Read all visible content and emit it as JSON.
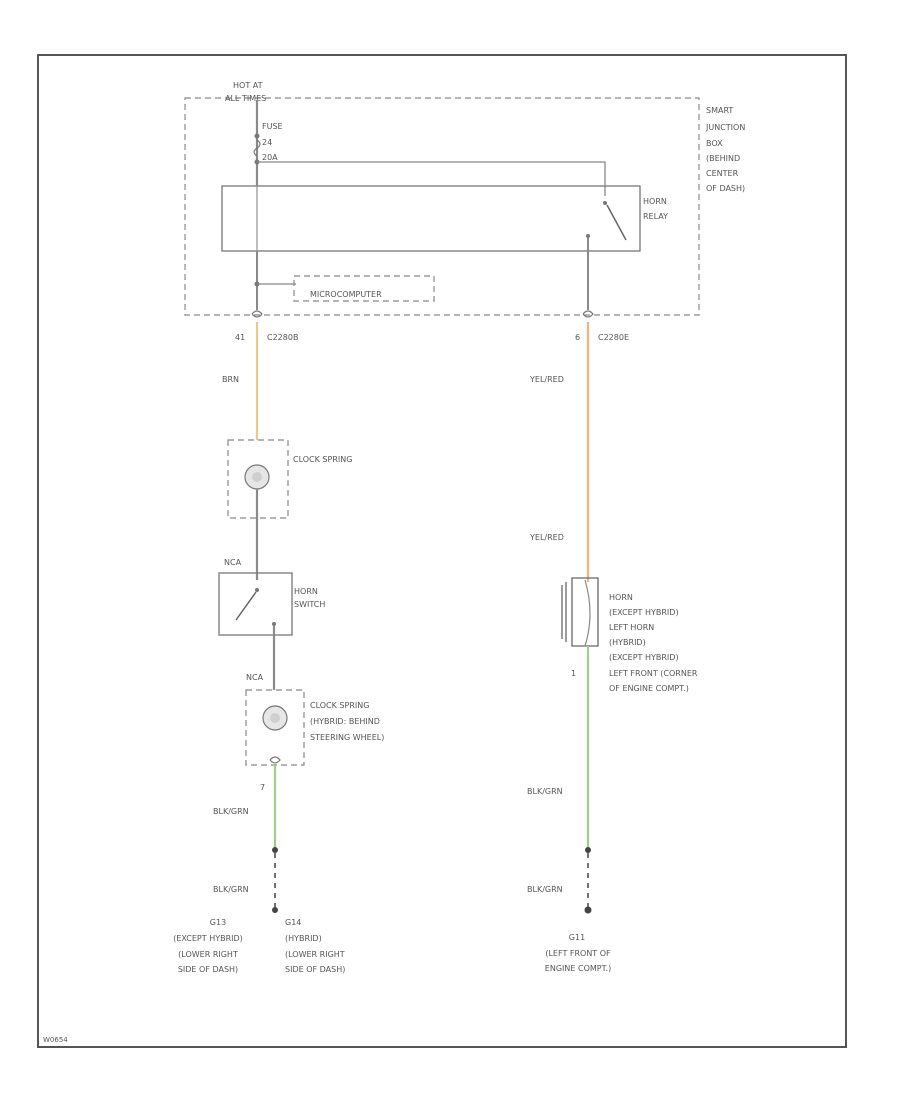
{
  "colors": {
    "wire_dark": "#8a8a8a",
    "wire_brn": "#e8c98a",
    "wire_yelred": "#f5b27a",
    "wire_blkgrn": "#9ccf8a",
    "frame": "#555555"
  },
  "power": {
    "hot_label_1": "HOT AT",
    "hot_label_2": "ALL TIMES",
    "fuse_1": "FUSE",
    "fuse_2": "24",
    "fuse_3": "20A"
  },
  "sjb": {
    "label": [
      "SMART",
      "JUNCTION",
      "BOX",
      "(BEHIND",
      "CENTER",
      "OF DASH)"
    ],
    "relay_label": [
      "HORN",
      "RELAY"
    ],
    "microcomputer": "MICROCOMPUTER"
  },
  "left_circuit": {
    "pin_1": "41",
    "conn_1": "C2280B",
    "wire_1": "BRN",
    "clock_spring_1": "CLOCK SPRING",
    "wire_2": "NCA",
    "horn_switch": [
      "HORN",
      "SWITCH"
    ],
    "wire_3": "NCA",
    "clock_spring_2": [
      "CLOCK SPRING",
      "(HYBRID: BEHIND",
      "STEERING WHEEL)"
    ],
    "pin_2": "7",
    "wire_4": "BLK/GRN",
    "wire_5": "BLK/GRN",
    "ground_1": [
      "G13",
      "(EXCEPT HYBRID)",
      "(LOWER RIGHT",
      "SIDE OF DASH)"
    ],
    "ground_2": [
      "G14",
      "(HYBRID)",
      "(LOWER RIGHT",
      "SIDE OF DASH)"
    ]
  },
  "right_circuit": {
    "pin_1": "6",
    "conn_1": "C2280E",
    "wire_1": "YEL/RED",
    "wire_2": "YEL/RED",
    "horn": [
      "HORN",
      "(EXCEPT HYBRID)",
      "LEFT HORN",
      "(HYBRID)",
      "(EXCEPT HYBRID)",
      "LEFT FRONT (CORNER",
      "OF ENGINE COMPT.)"
    ],
    "pin_2": "1",
    "wire_3": "BLK/GRN",
    "wire_4": "BLK/GRN",
    "ground": [
      "G11",
      "(LEFT FRONT OF",
      "ENGINE COMPT.)"
    ]
  },
  "footer": "W0654"
}
